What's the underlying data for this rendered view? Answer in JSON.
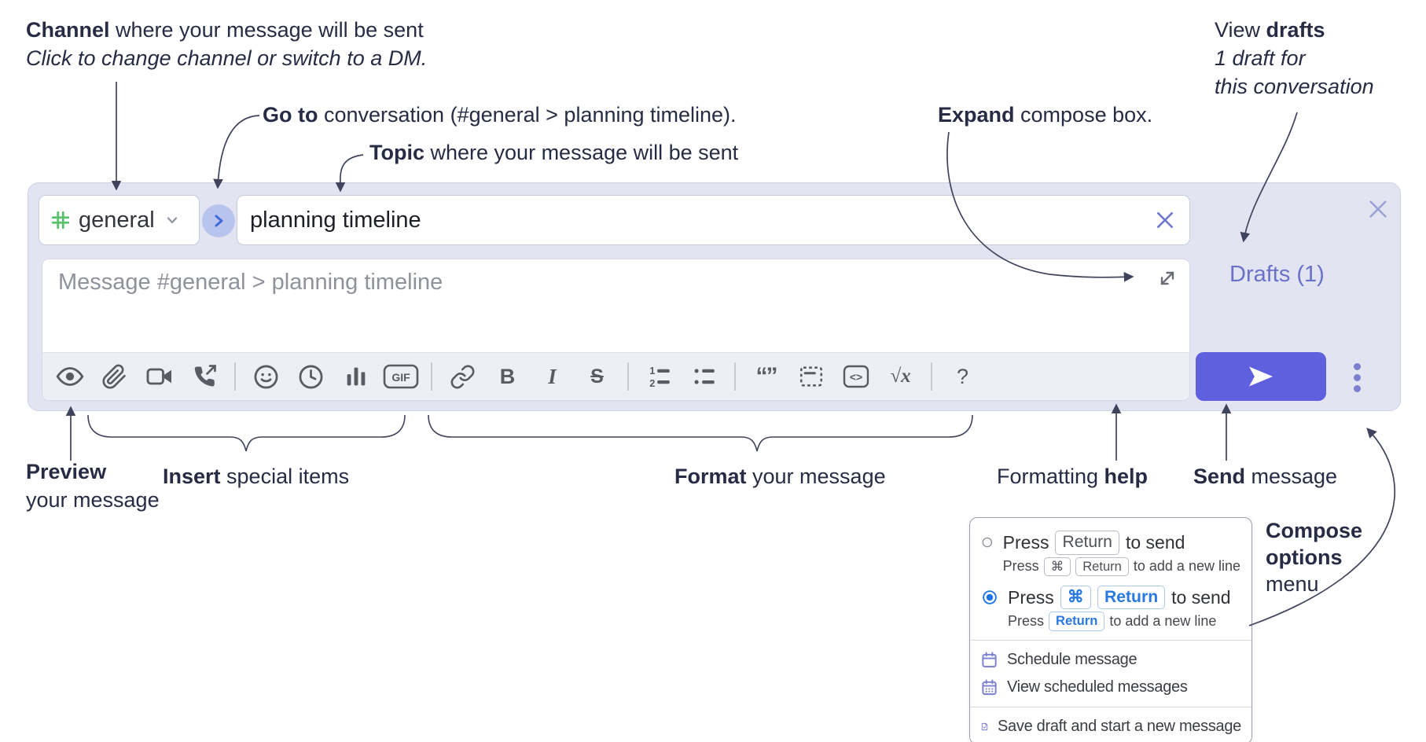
{
  "annotations": {
    "channel": {
      "lead": "Channel",
      "tail": " where your message will be sent",
      "sub": "Click to change channel or switch to a DM."
    },
    "goto": {
      "lead": "Go to",
      "tail": " conversation (#general > planning timeline)."
    },
    "topic": {
      "lead": "Topic",
      "tail": " where your message will be sent"
    },
    "expand": {
      "lead": "Expand",
      "tail": " compose box."
    },
    "view_drafts": {
      "pre": "View ",
      "lead": "drafts",
      "sub1": "1 draft for",
      "sub2": "this conversation"
    },
    "preview": {
      "lead": "Preview",
      "sub": "your message"
    },
    "insert": {
      "lead": "Insert",
      "tail": " special items"
    },
    "format": {
      "lead": "Format",
      "tail": " your message"
    },
    "help": {
      "pre": "Formatting ",
      "lead": "help"
    },
    "send": {
      "lead": "Send",
      "tail": " message"
    },
    "compose_options": {
      "line1": "Compose",
      "line2": "options",
      "line3": "menu"
    }
  },
  "compose": {
    "channel": "general",
    "topic": "planning timeline",
    "placeholder": "Message #general > planning timeline",
    "drafts_link": "Drafts (1)",
    "glyphs": {
      "bold": "B",
      "italic": "I",
      "strike": "S",
      "gif": "GIF",
      "code": "<>",
      "math": "√x",
      "help": "?"
    }
  },
  "toolbar_icons": [
    "preview",
    "attach-file",
    "start-video-call",
    "start-voice-call",
    "add-emoji",
    "add-global-time",
    "add-poll",
    "add-gif",
    "link",
    "bold",
    "italic",
    "strikethrough",
    "numbered-list",
    "bulleted-list",
    "quote",
    "spoiler",
    "code",
    "math",
    "formatting-help"
  ],
  "popup": {
    "opt1": {
      "press": "Press",
      "key": "Return",
      "tail": "to send",
      "sub_press": "Press",
      "sub_key1": "⌘",
      "sub_key2": "Return",
      "sub_tail": "to add a new line"
    },
    "opt2": {
      "press": "Press",
      "key1": "⌘",
      "key2": "Return",
      "tail": "to send",
      "sub_press": "Press",
      "sub_key": "Return",
      "sub_tail": "to add a new line"
    },
    "items": [
      {
        "label": "Schedule message"
      },
      {
        "label": "View scheduled messages"
      },
      {
        "label": "Save draft and start a new message"
      }
    ]
  },
  "colors": {
    "compose_bg": "#e2e4f2",
    "send_button": "#5e60dd",
    "drafts_link": "#6a71c8",
    "annotation_text": "#272b44",
    "toolbar_icon": "#585b63",
    "hash_green": "#5bc06d",
    "goto_circle": "#b9c4ee",
    "goto_chevron": "#3f6ad8",
    "radio_selected": "#1b74e8",
    "menu_icon_purple": "#7a7fd0",
    "key_blue": "#2979e0"
  }
}
